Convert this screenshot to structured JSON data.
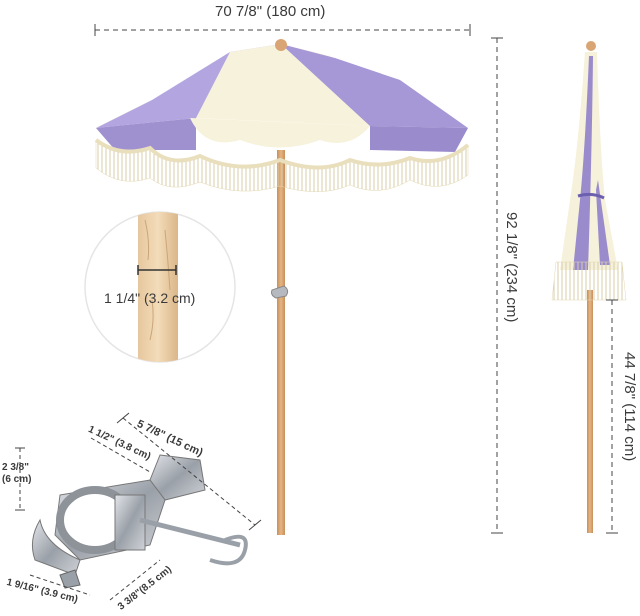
{
  "dimensions": {
    "open_width": "70 7/8\" (180 cm)",
    "total_height": "92 1/8\" (234 cm)",
    "pole_diameter": "1 1/4\" (3.2 cm)",
    "closed_pole_height": "44 7/8\" (114 cm)",
    "clamp_length": "5 7/8\" (15 cm)",
    "clamp_inner": "1 1/2\" (3.8 cm)",
    "clamp_height_line1": "2 3/8\"",
    "clamp_height_line2": "(6 cm)",
    "clamp_base": "1 9/16\" (3.9 cm)",
    "clamp_depth": "3 3/8\"(8.5 cm)"
  },
  "colors": {
    "lavender": "#a99bd8",
    "cream": "#f6f1da",
    "fringe": "#ece3c4",
    "wood": "#d9a574",
    "metal": "#b9bcc2",
    "line": "#444444"
  },
  "icons": [
    "umbrella-open",
    "umbrella-closed",
    "pole-zoom",
    "clamp"
  ]
}
